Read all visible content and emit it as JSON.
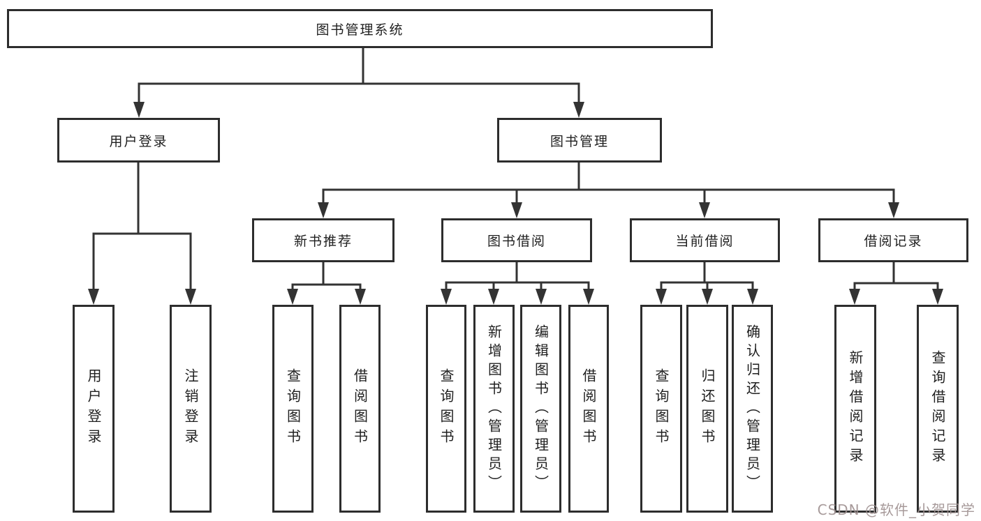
{
  "colors": {
    "line": "#333333",
    "box_border": "#2d2d2d",
    "text": "#1f1f1f",
    "background": "#ffffff",
    "watermark": "#9e9090"
  },
  "tree": {
    "root": {
      "label": "图书管理系统"
    },
    "children": [
      {
        "label": "用户登录",
        "children": [
          {
            "label": "用户登录"
          },
          {
            "label": "注销登录"
          }
        ]
      },
      {
        "label": "图书管理",
        "children": [
          {
            "label": "新书推荐",
            "children": [
              {
                "label": "查询图书"
              },
              {
                "label": "借阅图书"
              }
            ]
          },
          {
            "label": "图书借阅",
            "children": [
              {
                "label": "查询图书"
              },
              {
                "label": "新增图书（管理员）"
              },
              {
                "label": "编辑图书（管理员）"
              },
              {
                "label": "借阅图书"
              }
            ]
          },
          {
            "label": "当前借阅",
            "children": [
              {
                "label": "查询图书"
              },
              {
                "label": "归还图书"
              },
              {
                "label": "确认归还（管理员）"
              }
            ]
          },
          {
            "label": "借阅记录",
            "children": [
              {
                "label": "新增借阅记录"
              },
              {
                "label": "查询借阅记录"
              }
            ]
          }
        ]
      }
    ]
  },
  "watermark": {
    "text": "CSDN @软件_小贺同学"
  }
}
